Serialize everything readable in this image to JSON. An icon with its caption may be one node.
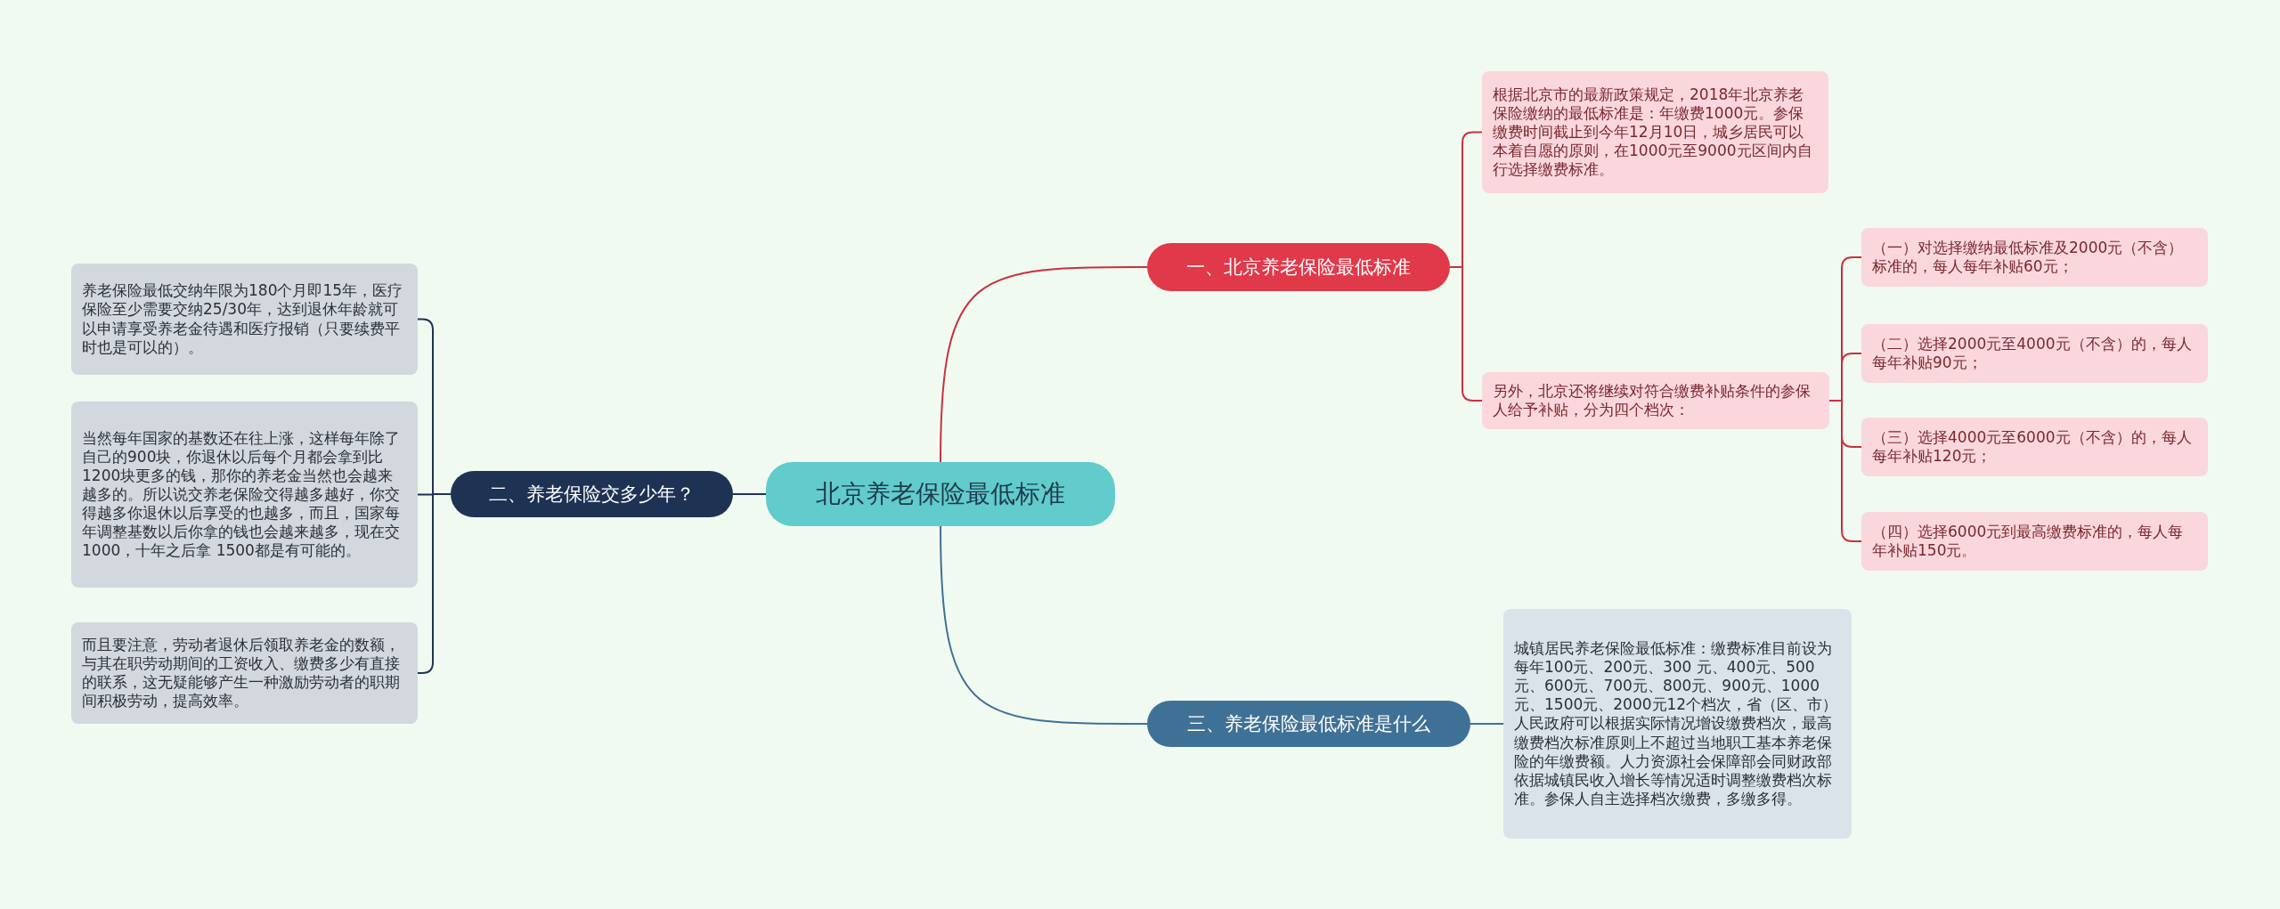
{
  "diagram": {
    "nodes": [
      {
        "text": [
          "北京养老保险最低标准"
        ]
      },
      {
        "text": [
          "一、北京养老保险最低标准"
        ]
      },
      {
        "text": [
          "根据北京市的最新政策规定，2018年北京养老保险缴纳的最低标准是：年缴费1000元。参保缴费时间截止到今年12月10日，城乡居民可以本着自愿的原则，在1000元至9000元区间内自行选择缴费标准。"
        ]
      },
      {
        "text": [
          "另外，北京还将继续对符合缴费补贴条件的参保人给予补贴，分为四个档次："
        ]
      },
      {
        "text": [
          "（一）对选择缴纳最低标准及2000元（不含）标准的，每人每年补贴60元；"
        ]
      },
      {
        "text": [
          "（二）选择2000元至4000元（不含）的，每人每年补贴90元；"
        ]
      },
      {
        "text": [
          "（三）选择4000元至6000元（不含）的，每人每年补贴120元；"
        ]
      },
      {
        "text": [
          "（四）选择6000元到最高缴费标准的，每人每年补贴150元。"
        ]
      },
      {
        "text": [
          "二、养老保险交多少年？"
        ]
      },
      {
        "text": [
          "养老保险最低交纳年限为180个月即15年，医疗保险至少需要交纳25/30年，达到退休年龄就可以申请享受养老金待遇和医疗报销（只要续费平时也是可以的）。"
        ]
      },
      {
        "text": [
          "当然每年国家的基数还在往上涨，这样每年除了自己的900块，你退休以后每个月都会拿到比1200块更多的钱，那你的养老金当然也会越来越多的。所以说交养老保险交得越多越好，你交得越多你退休以后享受的也越多，而且，国家每年调整基数以后你拿的钱也会越来越多，现在交1000，十年之后拿 1500都是有可能的。"
        ]
      },
      {
        "text": [
          "而且要注意，劳动者退休后领取养老金的数额，与其在职劳动期间的工资收入、缴费多少有直接的联系，这无疑能够产生一种激励劳动者的职期间积极劳动，提高效率。"
        ]
      },
      {
        "text": [
          "三、养老保险最低标准是什么"
        ]
      },
      {
        "text": [
          "城镇居民养老保险最低标准：缴费标准目前设为每年100元、200元、300 元、400元、500元、600元、700元、800元、900元、1000元、1500元、2000元12个档次，省（区、市）人民政府可以根据实际情况增设缴费档次，最高缴费档次标准原则上不超过当地职工基本养老保险的年缴费额。人力资源社会保障部会同财政部依据城镇民收入增长等情况适时调整缴费档次标准。参保人自主选择档次缴费，多缴多得。"
        ]
      }
    ],
    "edges": [
      {
        "from": 0,
        "to": 1,
        "arrow": "none",
        "color": "#c9303f"
      },
      {
        "from": 0,
        "to": 8,
        "arrow": "none",
        "color": "#1e3354"
      },
      {
        "from": 0,
        "to": 12,
        "arrow": "none",
        "color": "#3f7196"
      },
      {
        "from": 1,
        "to": 2,
        "arrow": "none",
        "color": "#c9303f"
      },
      {
        "from": 1,
        "to": 3,
        "arrow": "none",
        "color": "#c9303f"
      },
      {
        "from": 3,
        "to": 4,
        "arrow": "none",
        "color": "#c9303f"
      },
      {
        "from": 3,
        "to": 5,
        "arrow": "none",
        "color": "#c9303f"
      },
      {
        "from": 3,
        "to": 6,
        "arrow": "none",
        "color": "#c9303f"
      },
      {
        "from": 3,
        "to": 7,
        "arrow": "none",
        "color": "#c9303f"
      },
      {
        "from": 8,
        "to": 9,
        "arrow": "none",
        "color": "#1e3354"
      },
      {
        "from": 8,
        "to": 10,
        "arrow": "none",
        "color": "#1e3354"
      },
      {
        "from": 8,
        "to": 11,
        "arrow": "none",
        "color": "#1e3354"
      },
      {
        "from": 12,
        "to": 13,
        "arrow": "none",
        "color": "#3f7196"
      }
    ]
  }
}
